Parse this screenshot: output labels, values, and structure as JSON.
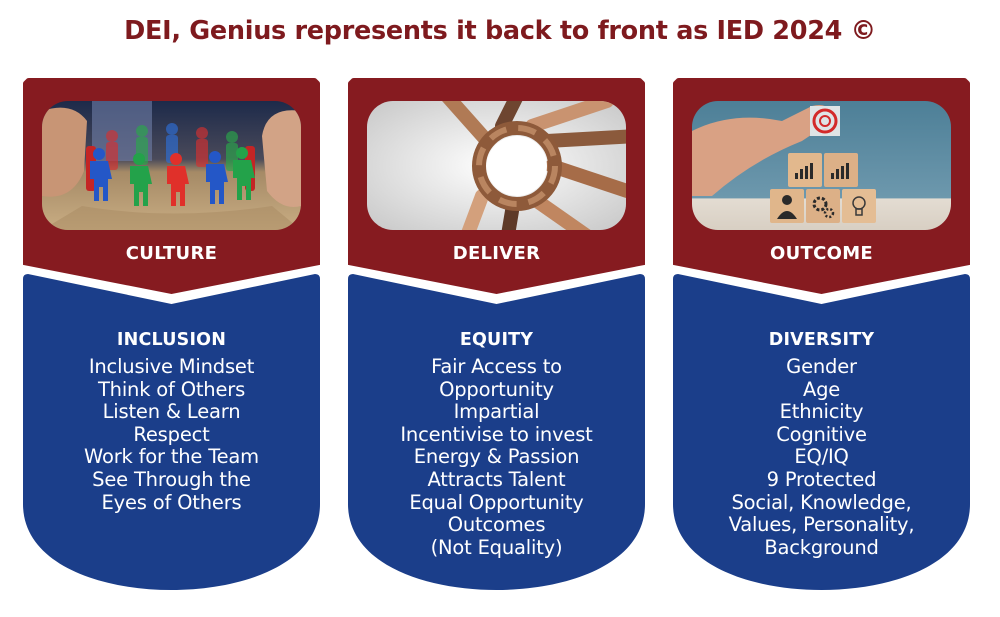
{
  "title": "DEI, Genius represents it back to front as IED 2024 ©",
  "colors": {
    "title": "#7E1A1E",
    "header_card": "#861B20",
    "body_card": "#1B3E8A",
    "text_on_card": "#FFFFFF"
  },
  "columns": [
    {
      "header": "CULTURE",
      "image": "colorful-figures-in-hands-photo",
      "heading": "INCLUSION",
      "items": [
        "Inclusive Mindset",
        "Think of Others",
        "Listen & Learn",
        "Respect",
        "Work for the Team",
        "See Through the",
        "Eyes of Others"
      ]
    },
    {
      "header": "DELIVER",
      "image": "circle-of-hands-photo",
      "heading": "EQUITY",
      "items": [
        "Fair Access to",
        "Opportunity",
        "Impartial",
        "Incentivise to invest",
        "Energy & Passion",
        "Attracts Talent",
        "Equal Opportunity",
        "Outcomes",
        "(Not Equality)"
      ]
    },
    {
      "header": "OUTCOME",
      "image": "wooden-blocks-target-photo",
      "heading": "DIVERSITY",
      "items": [
        "Gender",
        "Age",
        "Ethnicity",
        "Cognitive",
        "EQ/IQ",
        "9 Protected",
        "Social, Knowledge,",
        "Values, Personality,",
        "Background"
      ]
    }
  ]
}
